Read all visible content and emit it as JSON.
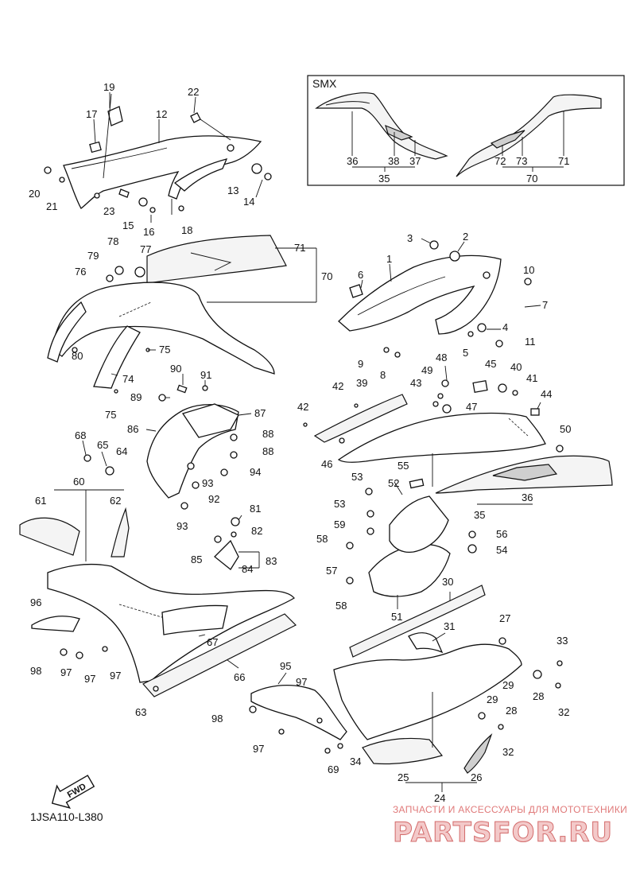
{
  "figure": {
    "inset_title": "SMX",
    "diagram_code": "1JSA110-L380",
    "fwd_label": "FWD"
  },
  "watermark": {
    "tagline": "ЗАПЧАСТИ И АКСЕССУАРЫ ДЛЯ МОТОТЕХНИКИ",
    "brand": "PARTSFOR.RU"
  },
  "callouts": {
    "c1": "1",
    "c2": "2",
    "c3": "3",
    "c4": "4",
    "c5": "5",
    "c6": "6",
    "c7": "7",
    "c8": "8",
    "c9": "9",
    "c10": "10",
    "c11": "11",
    "c12": "12",
    "c13": "13",
    "c14": "14",
    "c15": "15",
    "c16": "16",
    "c17": "17",
    "c18": "18",
    "c19": "19",
    "c20": "20",
    "c21": "21",
    "c22": "22",
    "c23": "23",
    "c24": "24",
    "c25": "25",
    "c26": "26",
    "c27": "27",
    "c28a": "28",
    "c28b": "28",
    "c29a": "29",
    "c29b": "29",
    "c30": "30",
    "c31": "31",
    "c32a": "32",
    "c32b": "32",
    "c33": "33",
    "c34": "34",
    "c35a": "35",
    "c35b": "35",
    "c36a": "36",
    "c36b": "36",
    "c37": "37",
    "c38": "38",
    "c39": "39",
    "c40": "40",
    "c41": "41",
    "c42a": "42",
    "c42b": "42",
    "c43": "43",
    "c44": "44",
    "c45": "45",
    "c46": "46",
    "c47": "47",
    "c48": "48",
    "c49": "49",
    "c50": "50",
    "c51": "51",
    "c52": "52",
    "c53a": "53",
    "c53b": "53",
    "c54": "54",
    "c55": "55",
    "c56": "56",
    "c57": "57",
    "c58a": "58",
    "c58b": "58",
    "c59": "59",
    "c60": "60",
    "c61": "61",
    "c62": "62",
    "c63": "63",
    "c64": "64",
    "c65": "65",
    "c66": "66",
    "c67": "67",
    "c68": "68",
    "c69": "69",
    "c70a": "70",
    "c70b": "70",
    "c71a": "71",
    "c71b": "71",
    "c72": "72",
    "c73": "73",
    "c74": "74",
    "c75a": "75",
    "c75b": "75",
    "c76": "76",
    "c77": "77",
    "c78": "78",
    "c79": "79",
    "c80": "80",
    "c81": "81",
    "c82": "82",
    "c83": "83",
    "c84": "84",
    "c85": "85",
    "c86": "86",
    "c87": "87",
    "c88a": "88",
    "c88b": "88",
    "c89": "89",
    "c90": "90",
    "c91": "91",
    "c92": "92",
    "c93a": "93",
    "c93b": "93",
    "c94": "94",
    "c95": "95",
    "c96": "96",
    "c97a": "97",
    "c97b": "97",
    "c97c": "97",
    "c97d": "97",
    "c97e": "97",
    "c97f": "97",
    "c98a": "98",
    "c98b": "98"
  },
  "colors": {
    "line": "#111111",
    "watermark": "#d36b6b"
  }
}
